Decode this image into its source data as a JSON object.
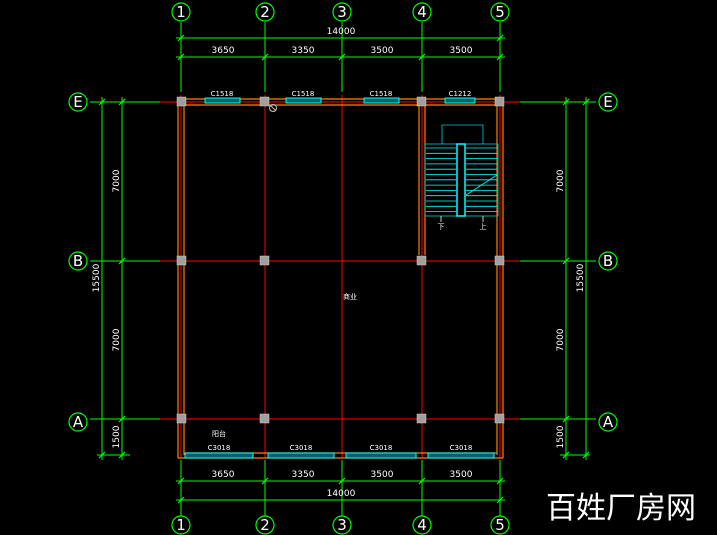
{
  "drawing": {
    "axes_numbered": [
      "1",
      "2",
      "3",
      "4",
      "5"
    ],
    "axes_lettered": [
      "E",
      "B",
      "A"
    ],
    "overall_width_top": "14000",
    "overall_width_bottom": "14000",
    "bay_dims_top": [
      "3650",
      "3350",
      "3500",
      "3500"
    ],
    "bay_dims_bottom": [
      "3650",
      "3350",
      "3500",
      "3500"
    ],
    "left_dims": {
      "upper": "7000",
      "lower": "7000",
      "bottom": "1500",
      "overall": "15500"
    },
    "right_dims": {
      "upper": "7000",
      "lower": "7000",
      "bottom": "1500",
      "overall": "15500"
    },
    "windows_top": [
      "C1518",
      "C1518",
      "C1518",
      "C1212"
    ],
    "windows_bottom": [
      "C3018",
      "C3018",
      "C3018",
      "C3018"
    ],
    "room_label": "商业",
    "balcony_label": "阳台",
    "stair_down": "下",
    "stair_up": "上"
  },
  "watermark": "百姓厂房网",
  "colors": {
    "background": "#000000",
    "dimension": "#00ff00",
    "axis": "#ff0000",
    "wall": "#ff8000",
    "window": "#00ffff",
    "column": "#a0a0a0",
    "text": "#ffffff"
  }
}
